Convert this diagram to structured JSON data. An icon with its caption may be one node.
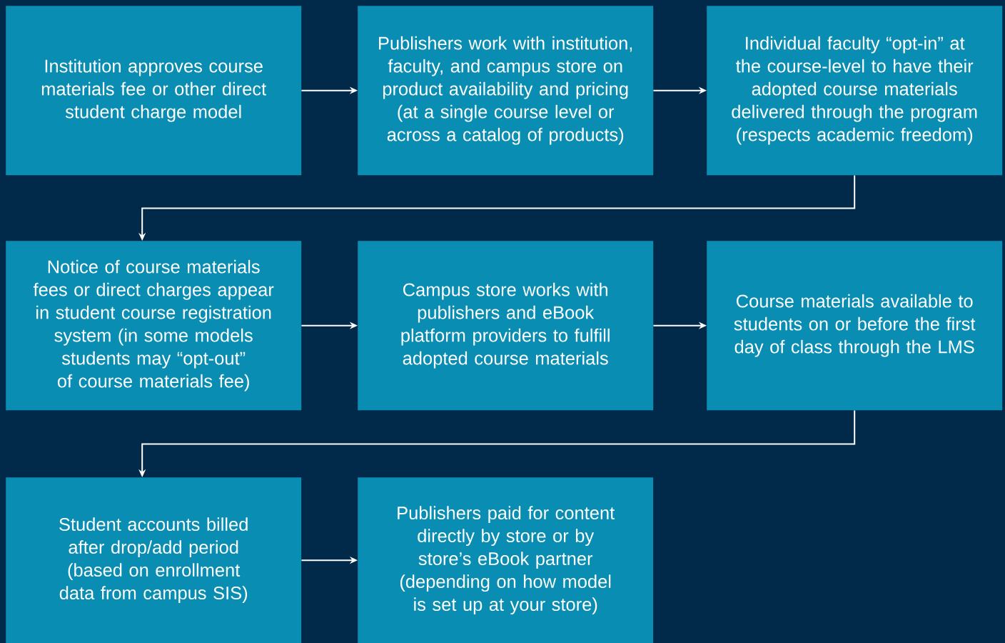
{
  "diagram": {
    "nodes": [
      {
        "text": [
          "Institution approves course materials fee or other direct student charge model"
        ]
      },
      {
        "text": [
          "Publishers work with institution, faculty, and campus store on product availability and pricing (at a single course level or across a catalog of products)"
        ]
      },
      {
        "text": [
          "Individual faculty “opt-in” at the course-level to have their adopted course materials delivered through the program (respects academic freedom)"
        ]
      },
      {
        "text": [
          "Notice of course materials fees or direct charges appear in student course registration system (in some models students may “opt-out” of course materials fee)"
        ]
      },
      {
        "text": [
          "Campus store works with publishers and eBook platform providers to fulfill adopted course materials"
        ]
      },
      {
        "text": [
          "Course materials available to students on or before the first day of class through the LMS"
        ]
      },
      {
        "text": [
          "Student accounts billed after drop/add period (based on enrollment data from campus SIS)"
        ]
      },
      {
        "text": [
          "Publishers paid for content directly by store or by store’s eBook partner (depending on how model is set up at your store)"
        ]
      }
    ],
    "edges": [
      {
        "from": 0,
        "to": 1,
        "arrow": "to"
      },
      {
        "from": 1,
        "to": 2,
        "arrow": "to"
      },
      {
        "from": 2,
        "to": 3,
        "arrow": "to"
      },
      {
        "from": 3,
        "to": 4,
        "arrow": "to"
      },
      {
        "from": 4,
        "to": 5,
        "arrow": "to"
      },
      {
        "from": 5,
        "to": 6,
        "arrow": "to"
      },
      {
        "from": 6,
        "to": 7,
        "arrow": "to"
      }
    ]
  }
}
